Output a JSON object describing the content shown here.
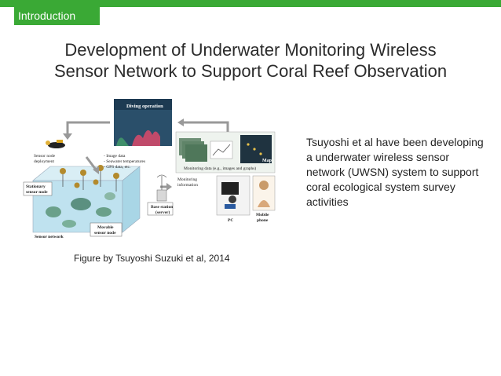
{
  "header": {
    "section_label": "Introduction",
    "accent_color": "#3aa935"
  },
  "slide": {
    "title_line1": "Development of Underwater Monitoring Wireless",
    "title_line2": "Sensor Network to Support Coral Reef Observation",
    "caption": "Figure by Tsuyoshi Suzuki et al, 2014",
    "body_text": "Tsuyoshi et al have been developing a underwater wireless sensor network (UWSN)  system to support coral ecological system survey activities"
  },
  "figure": {
    "diving_operation": "Diving operation",
    "sensor_node_deployment_1": "Sensor node",
    "sensor_node_deployment_2": "deployment",
    "data_list_1": "- Image data",
    "data_list_2": "- Seawater temperatures",
    "data_list_3": "- GPS data, etc.",
    "stationary_node_1": "Stationary",
    "stationary_node_2": "sensor node",
    "sensor_network": "Sensor network",
    "movable_node_1": "Movable",
    "movable_node_2": "sensor node",
    "base_station_1": "Base station",
    "base_station_2": "(server)",
    "monitoring_info_1": "Monitoring",
    "monitoring_info_2": "information",
    "map_label": "Map",
    "monitoring_data": "Monitoring data (e.g., images and graphs)",
    "pc_label": "PC",
    "mobile_1": "Mobile",
    "mobile_2": "phone"
  }
}
